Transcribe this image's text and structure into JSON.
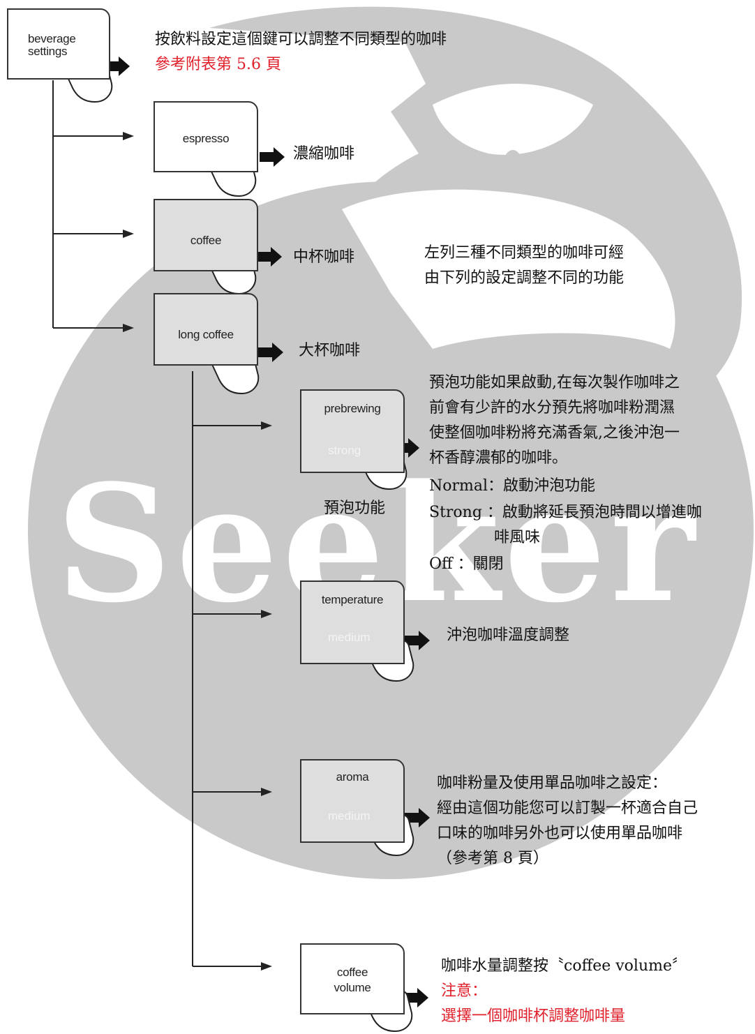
{
  "watermark": {
    "text": "Seeker",
    "background_color": "#c9c9c9"
  },
  "keys": {
    "beverage_settings": {
      "line1": "beverage",
      "line2": "settings"
    },
    "espresso": {
      "label": "espresso"
    },
    "coffee": {
      "label": "coffee"
    },
    "long_coffee": {
      "label": "long coffee"
    },
    "prebrewing": {
      "label": "prebrewing",
      "value": "strong"
    },
    "temperature": {
      "label": "temperature",
      "value": "medium"
    },
    "aroma": {
      "label": "aroma",
      "value": "medium"
    },
    "coffee_volume": {
      "line1": "coffee",
      "line2": "volume"
    }
  },
  "texts": {
    "beverage_desc": "按飲料設定這個鍵可以調整不同類型的咖啡",
    "beverage_ref": "參考附表第 5.6 頁",
    "espresso_cn": "濃縮咖啡",
    "coffee_cn": "中杯咖啡",
    "long_coffee_cn": "大杯咖啡",
    "adjust_note_1": "左列三種不同類型的咖啡可經",
    "adjust_note_2": "由下列的設定調整不同的功能",
    "prebrew_cn": "預泡功能",
    "prebrew_desc_1": "預泡功能如果啟動,在每次製作咖啡之",
    "prebrew_desc_2": "前會有少許的水分預先將咖啡粉潤濕",
    "prebrew_desc_3": "使整個咖啡粉將充滿香氣,之後沖泡一",
    "prebrew_desc_4": "杯香醇濃郁的咖啡。",
    "normal_line": "Normal：啟動沖泡功能",
    "strong_line_1": "Strong ：啟動將延長預泡時間以增進咖",
    "strong_line_2": "啡風味",
    "off_line": "Off  ：關閉",
    "temperature_cn": "沖泡咖啡溫度調整",
    "aroma_desc_1": "咖啡粉量及使用單品咖啡之設定：",
    "aroma_desc_2": "經由這個功能您可以訂製一杯適合自己",
    "aroma_desc_3": "口味的咖啡另外也可以使用單品咖啡",
    "aroma_desc_4": "（參考第 8 頁）",
    "volume_desc": "咖啡水量調整按〝coffee volume〞",
    "volume_note": "注意：",
    "volume_note_2": "選擇一個咖啡杯調整咖啡量"
  }
}
